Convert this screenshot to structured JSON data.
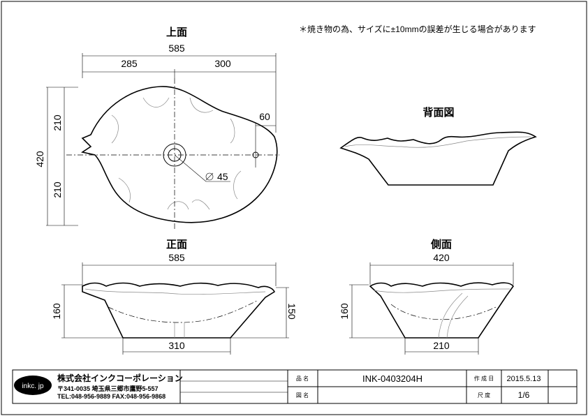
{
  "note": "＊焼き物の為、サイズに±10mmの誤差が生じる場合があります",
  "views": {
    "top": {
      "title": "上面",
      "dim_total_width": "585",
      "dim_left": "285",
      "dim_right": "300",
      "dim_height": "420",
      "dim_upper": "210",
      "dim_lower": "210",
      "dim_overflow": "60",
      "dim_drain": "45"
    },
    "back": {
      "title": "背面図"
    },
    "front": {
      "title": "正面",
      "dim_width": "585",
      "dim_height_left": "160",
      "dim_height_right": "150",
      "dim_base": "310"
    },
    "side": {
      "title": "側面",
      "dim_width": "420",
      "dim_height": "160",
      "dim_base": "210"
    }
  },
  "title_block": {
    "logo": "inkc. jp",
    "company": "株式会社インクコーポレーション",
    "address": "〒341-0035 埼玉県三郷市鷹野5-557",
    "contact": "TEL:048-956-9889 FAX:048-956-9868",
    "product_name_label": "品 名",
    "product_name": "INK-0403204H",
    "drawing_name_label": "図 名",
    "drawing_name": "",
    "date_label": "作 成 日",
    "date": "2015.5.13",
    "scale_label": "尺 度",
    "scale": "1/6"
  }
}
